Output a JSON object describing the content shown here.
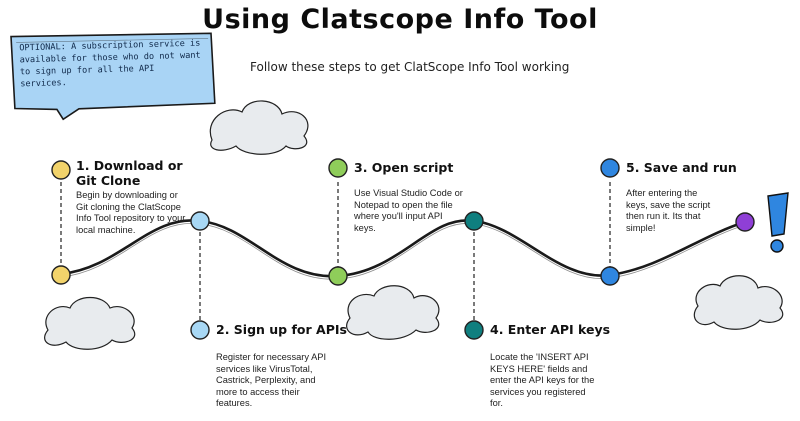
{
  "title": "Using Clatscope Info Tool",
  "subtitle": "Follow these steps to get ClatScope Info Tool working",
  "note": "OPTIONAL: A subscription service is available for those who do not want to sign up for all the API services.",
  "colors": {
    "step1": "#f2d36b",
    "step2": "#a8d8f5",
    "step3": "#8fcd5a",
    "step4": "#0f7f7f",
    "step5": "#2f86e0",
    "end": "#8f3fd6",
    "note_bg": "#a9d4f5",
    "exclaim": "#2f86e0"
  },
  "steps": [
    {
      "title": "1. Download or Git Clone",
      "body": "Begin by downloading or Git cloning the ClatScope Info Tool repository to your local machine."
    },
    {
      "title": "2. Sign up for APIs",
      "body": "Register for necessary API services like VirusTotal, Castrick, Perplexity, and more to access their features."
    },
    {
      "title": "3. Open script",
      "body": "Use Visual Studio Code or Notepad to open the file where you'll input API keys."
    },
    {
      "title": "4. Enter API keys",
      "body": "Locate the 'INSERT API KEYS HERE' fields and enter the API keys for the services you registered for."
    },
    {
      "title": "5. Save and run",
      "body": "After entering the keys, save the script then run it. Its that simple!"
    }
  ],
  "icons": [
    "cloud-icon",
    "cloud-icon",
    "cloud-icon",
    "cloud-icon",
    "exclamation-icon"
  ]
}
